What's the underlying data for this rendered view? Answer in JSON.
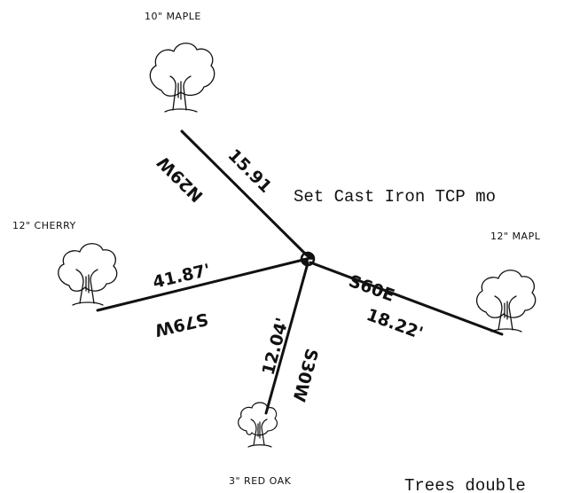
{
  "trees": {
    "north": {
      "label": "10\" MAPLE"
    },
    "west": {
      "label": "12\" CHERRY"
    },
    "east": {
      "label": "12\" MAPL"
    },
    "southwest": {
      "label": "3\" RED OAK"
    }
  },
  "ties": {
    "north": {
      "distance": "15.91",
      "bearing": "N29W"
    },
    "west": {
      "distance": "41.87'",
      "bearing": "S79W"
    },
    "east": {
      "distance": "18.22'",
      "bearing": "S60E"
    },
    "southwest": {
      "distance": "12.04'",
      "bearing": "S30W"
    }
  },
  "notes": {
    "monument": "Set Cast Iron TCP mo",
    "footer": "Trees double"
  }
}
